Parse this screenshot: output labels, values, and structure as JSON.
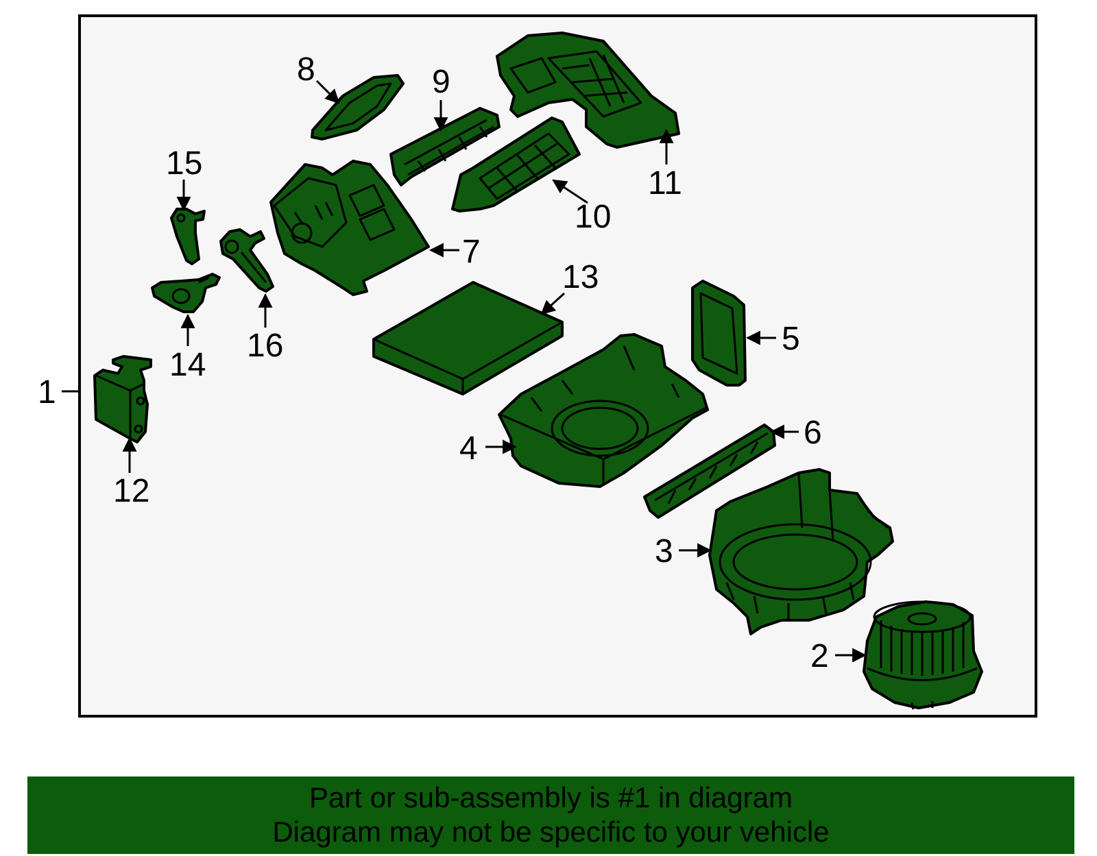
{
  "colors": {
    "part_fill": "#0f5a0f",
    "banner_bg": "#0c5c0c",
    "panel_bg": "#f6f6f6",
    "outline": "#000000"
  },
  "callouts": [
    "1",
    "2",
    "3",
    "4",
    "5",
    "6",
    "7",
    "8",
    "9",
    "10",
    "11",
    "12",
    "13",
    "14",
    "15",
    "16"
  ],
  "banner": {
    "line1": "Part or sub-assembly is #1 in diagram",
    "line2": "Diagram may not be specific to your vehicle"
  }
}
